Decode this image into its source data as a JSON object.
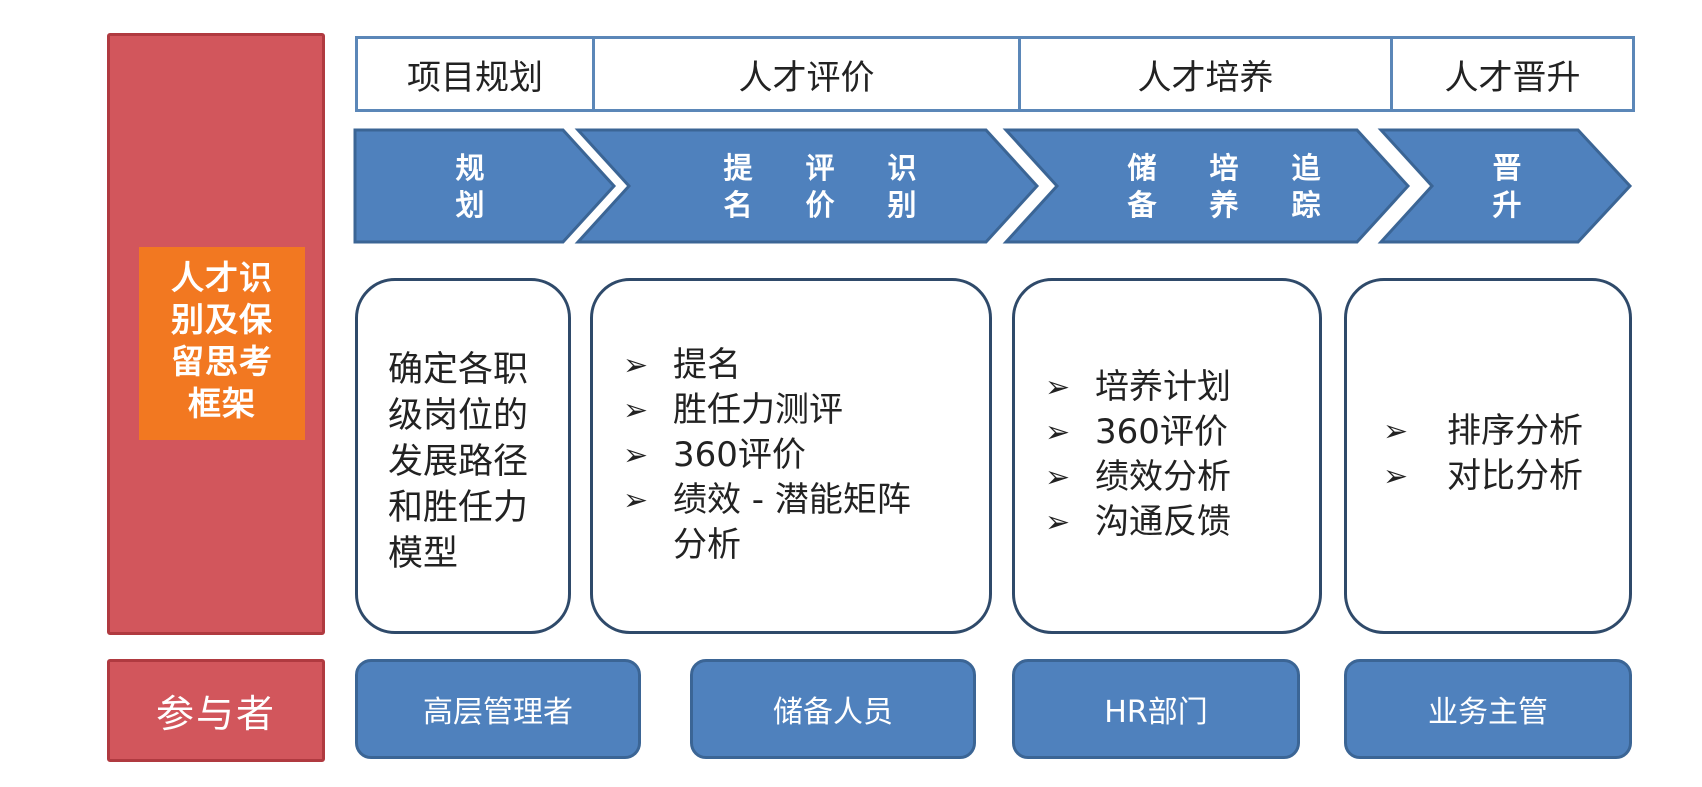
{
  "framework": {
    "title_lines": [
      "人才识",
      "别及保",
      "留思考",
      "框架"
    ],
    "participants_label": "参与者"
  },
  "headers": [
    "项目规划",
    "人才评价",
    "人才培养",
    "人才晋升"
  ],
  "stages": [
    {
      "columns": [
        "规划"
      ]
    },
    {
      "columns": [
        "提名",
        "评价",
        "识别"
      ]
    },
    {
      "columns": [
        "储备",
        "培养",
        "追踪"
      ]
    },
    {
      "columns": [
        "晋升"
      ]
    }
  ],
  "content": {
    "planning_text": [
      "确定各职",
      "级岗位的",
      "发展路径",
      "和胜任力",
      "模型"
    ],
    "evaluation_items": [
      "提名",
      "胜任力测评",
      "360评价",
      "绩效 - 潜能矩阵",
      "分析"
    ],
    "cultivation_items": [
      "培养计划",
      "360评价",
      "绩效分析",
      "沟通反馈"
    ],
    "promotion_items": [
      "排序分析",
      "对比分析"
    ]
  },
  "participants": [
    "高层管理者",
    "储备人员",
    "HR部门",
    "业务主管"
  ],
  "colors": {
    "red_panel": "#d2565c",
    "orange_box": "#f27821",
    "blue_arrow": "#4f81bd",
    "header_border": "#5b87b8"
  }
}
